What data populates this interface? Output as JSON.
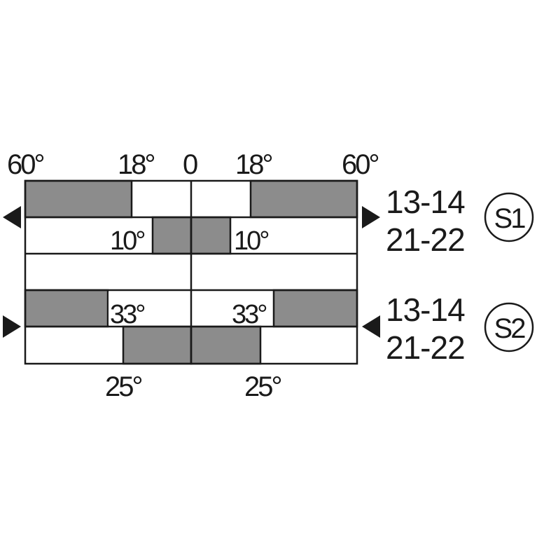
{
  "diagram": {
    "top_labels": {
      "left_max": "60°",
      "left_mid": "18°",
      "center": "0",
      "right_mid": "18°",
      "right_max": "60°"
    },
    "bottom_labels": {
      "left": "25°",
      "right": "25°"
    },
    "inner_labels": {
      "row2_left": "10°",
      "row2_right": "10°",
      "row4_left": "33°",
      "row4_right": "33°"
    },
    "switches": [
      {
        "id": "S1",
        "label": "S1",
        "contact_a": "13-14",
        "contact_b": "21-22"
      },
      {
        "id": "S2",
        "label": "S2",
        "contact_a": "13-14",
        "contact_b": "21-22"
      }
    ],
    "colors": {
      "fill": "#8c8c8c",
      "line": "#1a1a1a",
      "background": "#ffffff"
    }
  }
}
